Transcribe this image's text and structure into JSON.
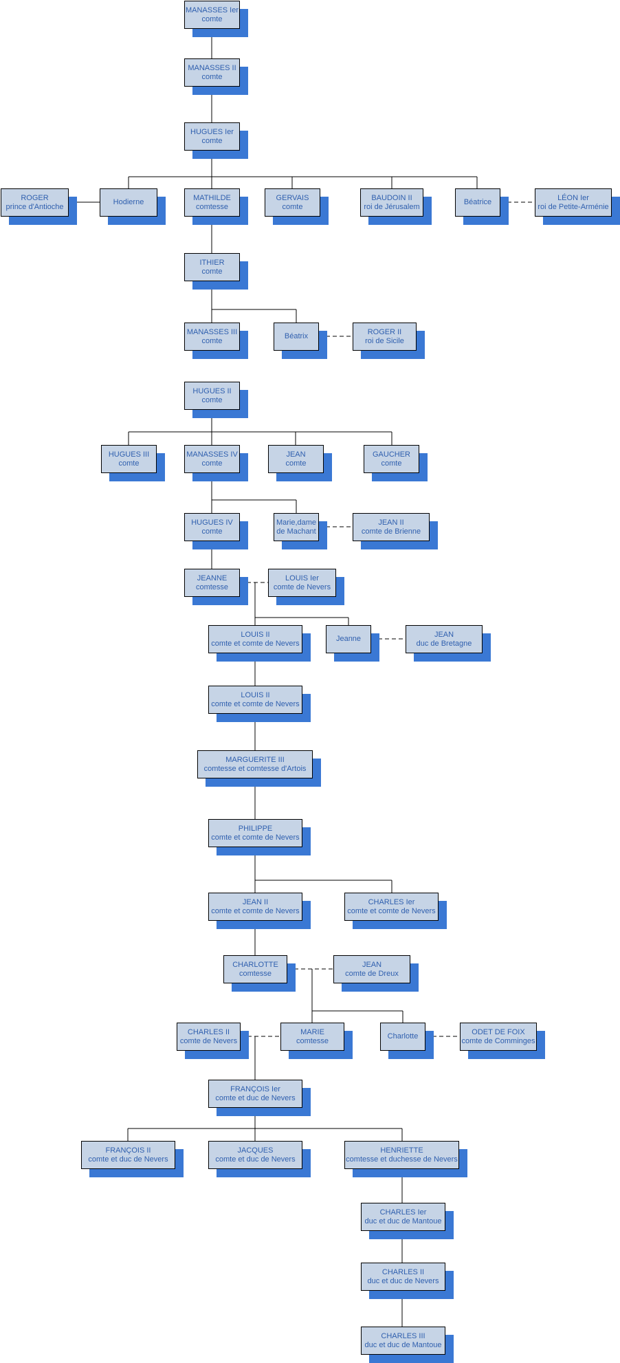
{
  "colors": {
    "box_fill": "#c6d4e6",
    "shadow": "#3a78d4",
    "text": "#2f5fae",
    "line": "#000000"
  },
  "nodes": [
    {
      "id": "manasses1",
      "name": "MANASSES Ier",
      "title": "comte"
    },
    {
      "id": "manasses2",
      "name": "MANASSES II",
      "title": "comte"
    },
    {
      "id": "hugues1",
      "name": "HUGUES Ier",
      "title": "comte"
    },
    {
      "id": "roger_antioche",
      "name": "ROGER",
      "title": "prince d'Antioche"
    },
    {
      "id": "hodierne",
      "name": "Hodierne",
      "title": ""
    },
    {
      "id": "mathilde",
      "name": "MATHILDE",
      "title": "comtesse"
    },
    {
      "id": "gervais",
      "name": "GERVAIS",
      "title": "comte"
    },
    {
      "id": "baudoin2",
      "name": "BAUDOIN II",
      "title": "roi de Jérusalem"
    },
    {
      "id": "beatrice",
      "name": "Béatrice",
      "title": ""
    },
    {
      "id": "leon1",
      "name": "LÉON Ier",
      "title": "roi de Petite-Arménie"
    },
    {
      "id": "ithier",
      "name": "ITHIER",
      "title": "comte"
    },
    {
      "id": "manasses3",
      "name": "MANASSES III",
      "title": "comte"
    },
    {
      "id": "beatrix",
      "name": "Béatrix",
      "title": ""
    },
    {
      "id": "roger2",
      "name": "ROGER II",
      "title": "roi de Sicile"
    },
    {
      "id": "hugues2",
      "name": "HUGUES II",
      "title": "comte"
    },
    {
      "id": "hugues3",
      "name": "HUGUES III",
      "title": "comte"
    },
    {
      "id": "manasses4",
      "name": "MANASSES IV",
      "title": "comte"
    },
    {
      "id": "jean_comte",
      "name": "JEAN",
      "title": "comte"
    },
    {
      "id": "gaucher",
      "name": "GAUCHER",
      "title": "comte"
    },
    {
      "id": "hugues4",
      "name": "HUGUES IV",
      "title": "comte"
    },
    {
      "id": "marie_machant",
      "name": "Marie,dame",
      "title": "de Machant"
    },
    {
      "id": "jean2_brienne",
      "name": "JEAN II",
      "title": "comte de Brienne"
    },
    {
      "id": "jeanne_comtesse",
      "name": "JEANNE",
      "title": "comtesse"
    },
    {
      "id": "louis1",
      "name": "LOUIS Ier",
      "title": "comte de Nevers"
    },
    {
      "id": "louis2a",
      "name": "LOUIS II",
      "title": "comte et comte de Nevers"
    },
    {
      "id": "jeanne2",
      "name": "Jeanne",
      "title": ""
    },
    {
      "id": "jean_bretagne",
      "name": "JEAN",
      "title": "duc de Bretagne"
    },
    {
      "id": "louis2b",
      "name": "LOUIS II",
      "title": "comte et comte de Nevers"
    },
    {
      "id": "marguerite3",
      "name": "MARGUERITE III",
      "title": "comtesse et comtesse d'Artois"
    },
    {
      "id": "philippe",
      "name": "PHILIPPE",
      "title": "comte et comte de Nevers"
    },
    {
      "id": "jean2_nevers",
      "name": "JEAN II",
      "title": "comte et comte de Nevers"
    },
    {
      "id": "charles1_nevers",
      "name": "CHARLES Ier",
      "title": "comte et comte de Nevers"
    },
    {
      "id": "charlotte_comtesse",
      "name": "CHARLOTTE",
      "title": "comtesse"
    },
    {
      "id": "jean_dreux",
      "name": "JEAN",
      "title": "comte de Dreux"
    },
    {
      "id": "charles2_nevers",
      "name": "CHARLES II",
      "title": "comte de Nevers"
    },
    {
      "id": "marie_comtesse",
      "name": "MARIE",
      "title": "comtesse"
    },
    {
      "id": "charlotte2",
      "name": "Charlotte",
      "title": ""
    },
    {
      "id": "odet",
      "name": "ODET DE FOIX",
      "title": "comte de Comminges"
    },
    {
      "id": "francois1",
      "name": "FRANÇOIS Ier",
      "title": "comte et duc de Nevers"
    },
    {
      "id": "francois2",
      "name": "FRANÇOIS II",
      "title": "comte et duc de Nevers"
    },
    {
      "id": "jacques",
      "name": "JACQUES",
      "title": "comte et duc de Nevers"
    },
    {
      "id": "henriette",
      "name": "HENRIETTE",
      "title": "comtesse et duchesse de Nevers"
    },
    {
      "id": "charles1_mantoue",
      "name": "CHARLES Ier",
      "title": "duc et duc de Mantoue"
    },
    {
      "id": "charles2_duc",
      "name": "CHARLES II",
      "title": "duc et duc de Nevers"
    },
    {
      "id": "charles3_mantoue",
      "name": "CHARLES III",
      "title": "duc et duc de Mantoue"
    }
  ]
}
